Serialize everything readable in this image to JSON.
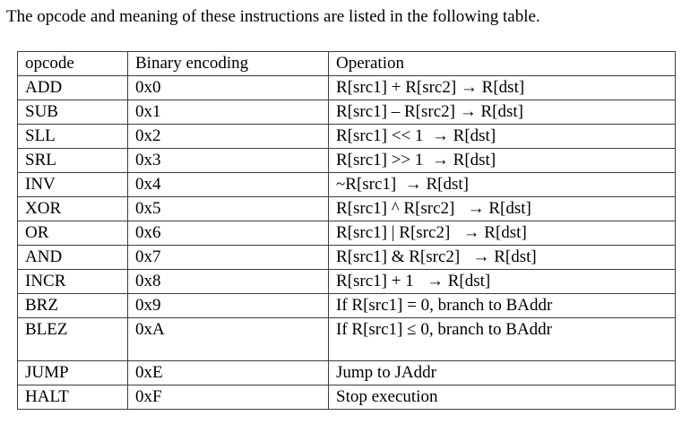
{
  "intro": "The opcode and meaning of these instructions are listed in the following table.",
  "table": {
    "headers": [
      "opcode",
      "Binary encoding",
      "Operation"
    ],
    "rows": [
      {
        "opcode": "ADD",
        "encoding": "0x0",
        "operation": "R[src1] + R[src2] → R[dst]",
        "tall": false
      },
      {
        "opcode": "SUB",
        "encoding": "0x1",
        "operation": "R[src1] – R[src2] → R[dst]",
        "tall": false
      },
      {
        "opcode": "SLL",
        "encoding": "0x2",
        "operation": "R[src1] << 1  → R[dst]",
        "tall": false
      },
      {
        "opcode": "SRL",
        "encoding": "0x3",
        "operation": "R[src1] >> 1  → R[dst]",
        "tall": false
      },
      {
        "opcode": "INV",
        "encoding": "0x4",
        "operation": "~R[src1]  → R[dst]",
        "tall": false
      },
      {
        "opcode": "XOR",
        "encoding": "0x5",
        "operation": "R[src1] ^ R[src2]   → R[dst]",
        "tall": false
      },
      {
        "opcode": "OR",
        "encoding": "0x6",
        "operation": "R[src1] | R[src2]   → R[dst]",
        "tall": false
      },
      {
        "opcode": "AND",
        "encoding": "0x7",
        "operation": "R[src1] & R[src2]   → R[dst]",
        "tall": false
      },
      {
        "opcode": "INCR",
        "encoding": "0x8",
        "operation": "R[src1] + 1   → R[dst]",
        "tall": false
      },
      {
        "opcode": "BRZ",
        "encoding": "0x9",
        "operation": "If R[src1] = 0, branch to BAddr",
        "tall": false
      },
      {
        "opcode": "BLEZ",
        "encoding": "0xA",
        "operation": "If R[src1] ≤ 0, branch to BAddr",
        "tall": true
      },
      {
        "opcode": "JUMP",
        "encoding": "0xE",
        "operation": "Jump to JAddr",
        "tall": false
      },
      {
        "opcode": "HALT",
        "encoding": "0xF",
        "operation": "Stop execution",
        "tall": false
      }
    ]
  }
}
